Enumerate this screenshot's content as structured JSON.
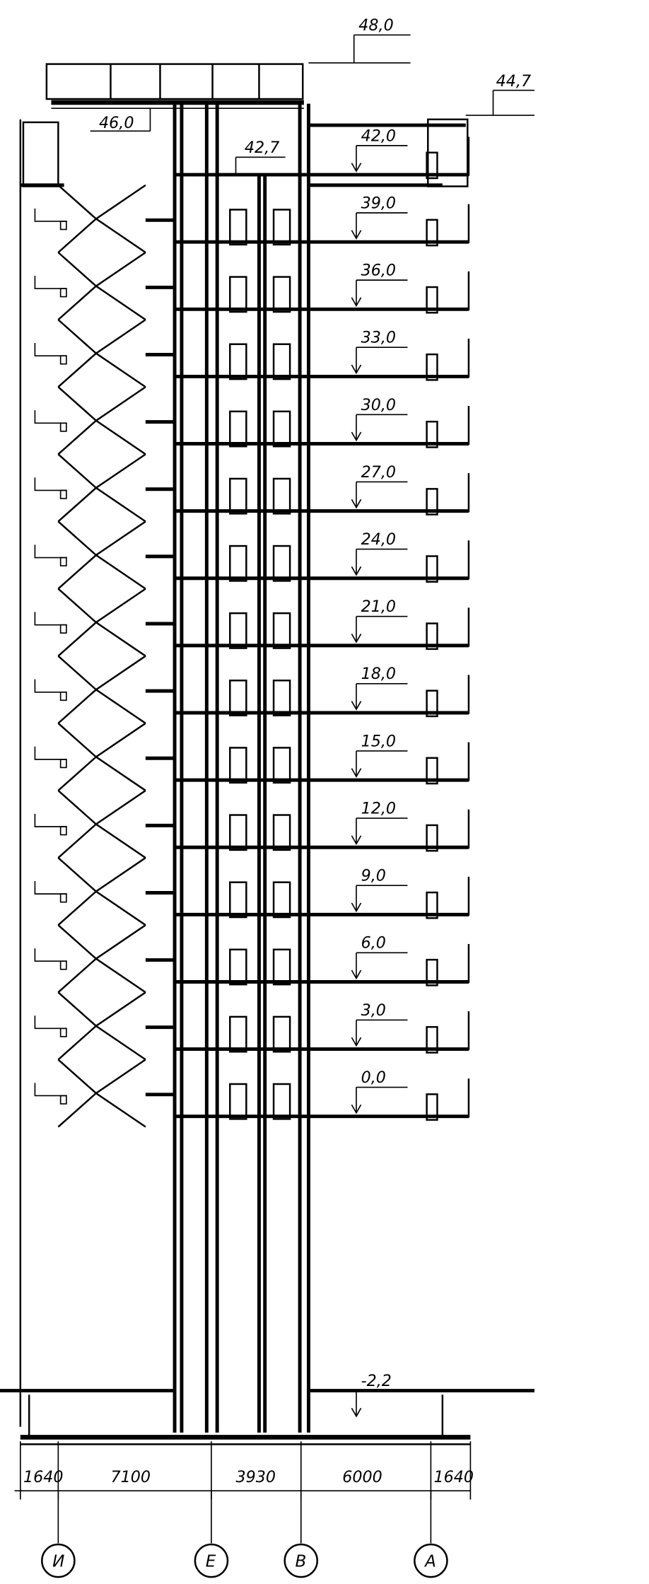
{
  "elevation_marks": [
    {
      "id": "roof-top",
      "label": "48,0"
    },
    {
      "id": "parapet-right",
      "label": "44,7"
    },
    {
      "id": "machine-room-floor",
      "label": "46,0"
    },
    {
      "id": "core-top",
      "label": "42,7"
    },
    {
      "id": "floor-42",
      "label": "42,0"
    },
    {
      "id": "floor-39",
      "label": "39,0"
    },
    {
      "id": "floor-36",
      "label": "36,0"
    },
    {
      "id": "floor-33",
      "label": "33,0"
    },
    {
      "id": "floor-30",
      "label": "30,0"
    },
    {
      "id": "floor-27",
      "label": "27,0"
    },
    {
      "id": "floor-24",
      "label": "24,0"
    },
    {
      "id": "floor-21",
      "label": "21,0"
    },
    {
      "id": "floor-18",
      "label": "18,0"
    },
    {
      "id": "floor-15",
      "label": "15,0"
    },
    {
      "id": "floor-12",
      "label": "12,0"
    },
    {
      "id": "floor-9",
      "label": "9,0"
    },
    {
      "id": "floor-6",
      "label": "6,0"
    },
    {
      "id": "floor-3",
      "label": "3,0"
    },
    {
      "id": "floor-0",
      "label": "0,0"
    },
    {
      "id": "basement",
      "label": "-2,2"
    }
  ],
  "dimensions": [
    {
      "id": "span-1",
      "label": "1640"
    },
    {
      "id": "span-2",
      "label": "7100"
    },
    {
      "id": "span-3",
      "label": "3930"
    },
    {
      "id": "span-4",
      "label": "6000"
    },
    {
      "id": "span-5",
      "label": "1640"
    }
  ],
  "axes": [
    {
      "id": "axis-i",
      "label": "И"
    },
    {
      "id": "axis-e",
      "label": "Е"
    },
    {
      "id": "axis-v",
      "label": "В"
    },
    {
      "id": "axis-a",
      "label": "А"
    }
  ]
}
